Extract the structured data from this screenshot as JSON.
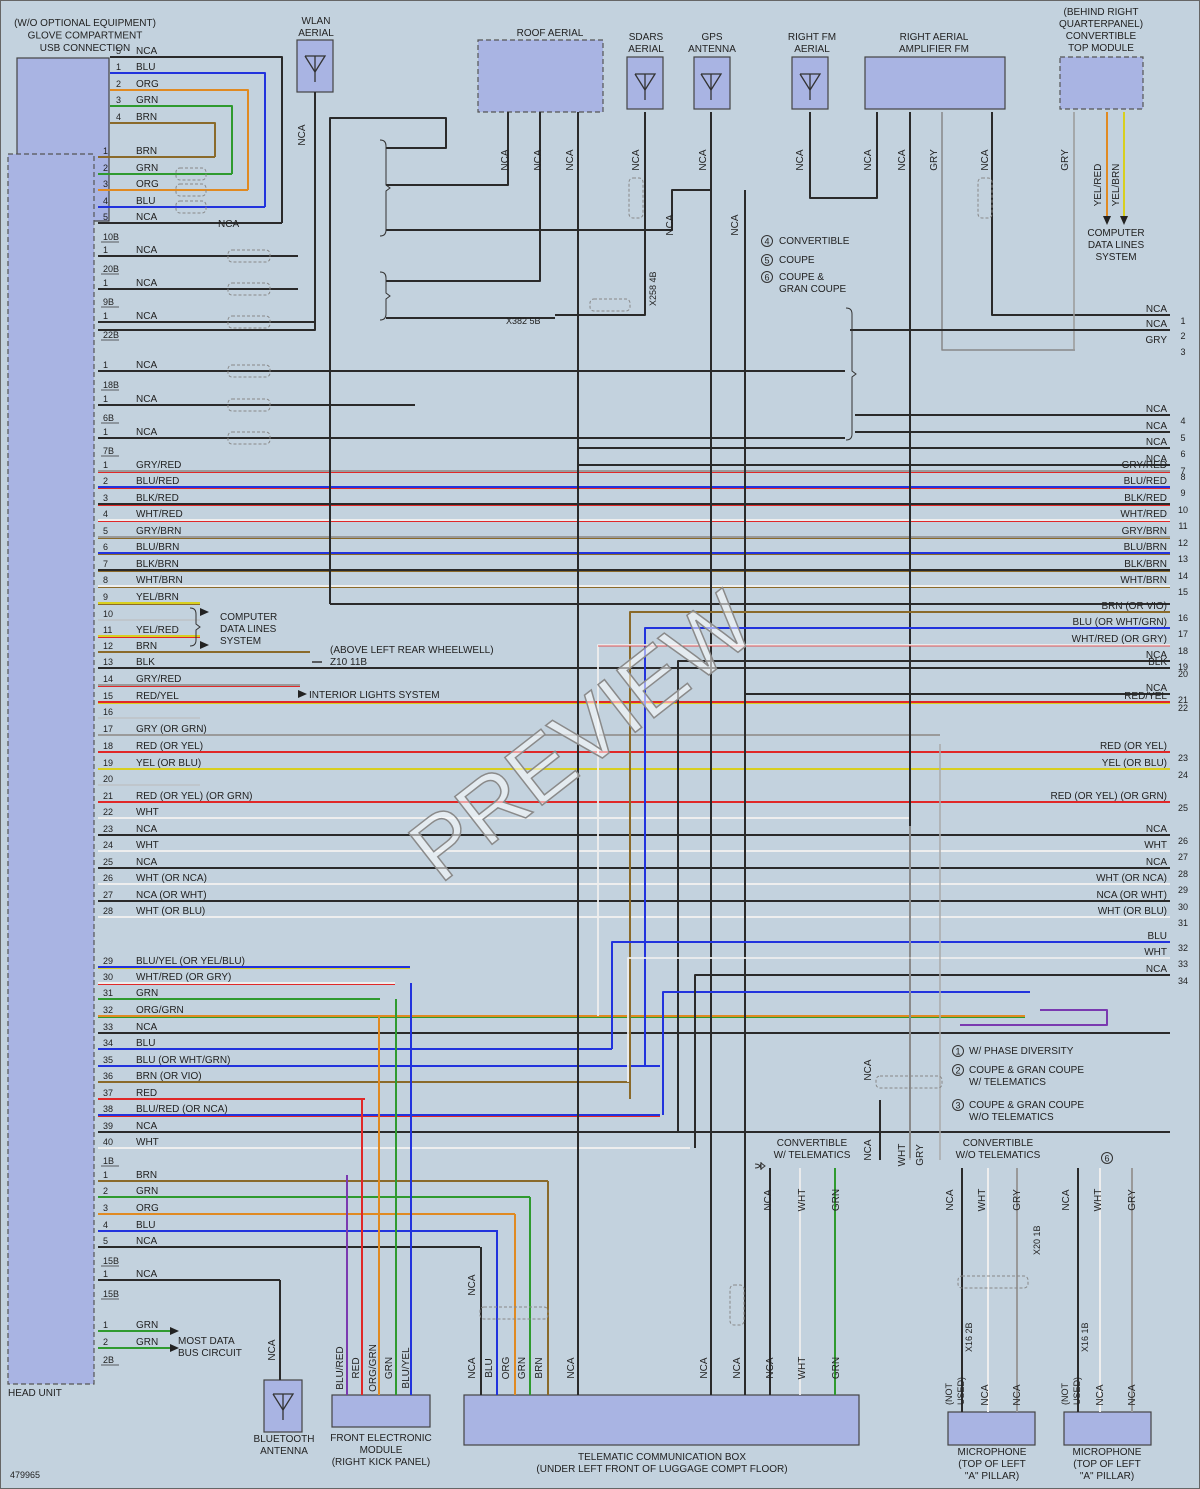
{
  "diagram_id": "479965",
  "watermark": "PREVIEW",
  "components": {
    "usb": "(W/O OPTIONAL EQUIPMENT)|GLOVE COMPARTMENT|USB CONNECTION",
    "wlan": "WLAN|AERIAL",
    "roof": "ROOF AERIAL",
    "sdars": "SDARS|AERIAL",
    "gps": "GPS|ANTENNA",
    "rfm": "RIGHT FM|AERIAL",
    "ramp": "RIGHT AERIAL|AMPLIFIER FM",
    "topmod": "(BEHIND RIGHT|QUARTERPANEL)|CONVERTIBLE|TOP MODULE",
    "head": "HEAD UNIT",
    "bt": "BLUETOOTH|ANTENNA",
    "fem": "FRONT ELECTRONIC|MODULE|(RIGHT KICK PANEL)",
    "tcb": "TELEMATIC COMMUNICATION BOX|(UNDER LEFT FRONT OF LUGGAGE COMPT FLOOR)",
    "mic1": "MICROPHONE|(TOP OF LEFT|\"A\" PILLAR)",
    "mic2": "MICROPHONE|(TOP OF LEFT|\"A\" PILLAR)",
    "cdl_right": "COMPUTER|DATA LINES|SYSTEM",
    "cdl_left": "COMPUTER|DATA LINES|SYSTEM",
    "interior": "INTERIOR LIGHTS SYSTEM",
    "most": "MOST DATA|BUS CIRCUIT",
    "ground": "(ABOVE LEFT REAR WHEELWELL)|Z10 11B"
  },
  "legend_top": [
    "CONVERTIBLE",
    "COUPE",
    "COUPE &|GRAN COUPE"
  ],
  "legend_mid": [
    "W/ PHASE DIVERSITY",
    "COUPE & GRAN COUPE|W/ TELEMATICS",
    "COUPE & GRAN COUPE|W/O TELEMATICS"
  ],
  "notes": {
    "conv_tel": "CONVERTIBLE|W/ TELEMATICS",
    "conv_notel": "CONVERTIBLE|W/O TELEMATICS",
    "not_used": "(NOT|USED)"
  },
  "connectors": [
    "X382 5B",
    "X258 4B",
    "X20 1B",
    "X16 2B",
    "X16 1B"
  ],
  "head_rows": [
    {
      "pin": "1",
      "wire": "BRN",
      "left": "",
      "right": "",
      "num": ""
    },
    {
      "pin": "2",
      "wire": "GRN",
      "num": ""
    },
    {
      "pin": "3",
      "wire": "ORG",
      "num": ""
    },
    {
      "pin": "4",
      "wire": "BLU",
      "num": ""
    },
    {
      "pin": "5",
      "wire": "NCA",
      "num": ""
    },
    {
      "pin": "1",
      "wire": "NCA"
    },
    {
      "pin": "1",
      "wire": "NCA"
    },
    {
      "pin": "1",
      "wire": "NCA"
    },
    {
      "pin": "1",
      "wire": "NCA"
    },
    {
      "pin": "1",
      "wire": "NCA"
    },
    {
      "pin": "1",
      "wire": "NCA"
    },
    {
      "pin": "1",
      "wire": "GRY/RED",
      "right": "GRY/RED",
      "num": "8"
    },
    {
      "pin": "2",
      "wire": "BLU/RED",
      "right": "BLU/RED",
      "num": "9"
    },
    {
      "pin": "3",
      "wire": "BLK/RED",
      "right": "BLK/RED",
      "num": "10"
    },
    {
      "pin": "4",
      "wire": "WHT/RED",
      "right": "WHT/RED",
      "num": "11"
    },
    {
      "pin": "5",
      "wire": "GRY/BRN",
      "right": "GRY/BRN",
      "num": "12"
    },
    {
      "pin": "6",
      "wire": "BLU/BRN",
      "right": "BLU/BRN",
      "num": "13"
    },
    {
      "pin": "7",
      "wire": "BLK/BRN",
      "right": "BLK/BRN",
      "num": "14"
    },
    {
      "pin": "8",
      "wire": "WHT/BRN",
      "right": "WHT/BRN",
      "num": "15"
    },
    {
      "pin": "9",
      "wire": "YEL/BRN"
    },
    {
      "pin": "10",
      "wire": ""
    },
    {
      "pin": "11",
      "wire": "YEL/RED"
    },
    {
      "pin": "12",
      "wire": "BRN"
    },
    {
      "pin": "13",
      "wire": "BLK",
      "right": "BLK",
      "num": "20"
    },
    {
      "pin": "14",
      "wire": "GRY/RED"
    },
    {
      "pin": "15",
      "wire": "RED/YEL",
      "right": "RED/YEL",
      "num": "22"
    },
    {
      "pin": "16",
      "wire": ""
    },
    {
      "pin": "17",
      "wire": "GRY (OR GRN)"
    },
    {
      "pin": "18",
      "wire": "RED (OR YEL)",
      "right": "RED (OR YEL)",
      "num": "23"
    },
    {
      "pin": "19",
      "wire": "YEL (OR BLU)",
      "right": "YEL (OR BLU)",
      "num": "24"
    },
    {
      "pin": "20",
      "wire": ""
    },
    {
      "pin": "21",
      "wire": "RED (OR YEL) (OR GRN)",
      "right": "RED (OR YEL) (OR GRN)",
      "num": "25"
    },
    {
      "pin": "22",
      "wire": "WHT"
    },
    {
      "pin": "23",
      "wire": "NCA",
      "right": "NCA",
      "num": "26"
    },
    {
      "pin": "24",
      "wire": "WHT",
      "right": "WHT",
      "num": "27"
    },
    {
      "pin": "25",
      "wire": "NCA",
      "right": "NCA",
      "num": "28"
    },
    {
      "pin": "26",
      "wire": "WHT (OR NCA)",
      "right": "WHT (OR NCA)",
      "num": "29"
    },
    {
      "pin": "27",
      "wire": "NCA (OR WHT)",
      "right": "NCA (OR WHT)",
      "num": "30"
    },
    {
      "pin": "28",
      "wire": "WHT (OR BLU)",
      "right": "WHT (OR BLU)",
      "num": "31"
    },
    {
      "pin": "29",
      "wire": "BLU/YEL (OR YEL/BLU)"
    },
    {
      "pin": "30",
      "wire": "WHT/RED (OR GRY)"
    },
    {
      "pin": "31",
      "wire": "GRN"
    },
    {
      "pin": "32",
      "wire": "ORG/GRN"
    },
    {
      "pin": "33",
      "wire": "NCA"
    },
    {
      "pin": "34",
      "wire": "BLU"
    },
    {
      "pin": "35",
      "wire": "BLU (OR WHT/GRN)"
    },
    {
      "pin": "36",
      "wire": "BRN (OR VIO)"
    },
    {
      "pin": "37",
      "wire": "RED"
    },
    {
      "pin": "38",
      "wire": "BLU/RED (OR NCA)"
    },
    {
      "pin": "39",
      "wire": "NCA"
    },
    {
      "pin": "40",
      "wire": "WHT"
    },
    {
      "pin": "1",
      "wire": "BRN"
    },
    {
      "pin": "2",
      "wire": "GRN"
    },
    {
      "pin": "3",
      "wire": "ORG"
    },
    {
      "pin": "4",
      "wire": "BLU"
    },
    {
      "pin": "5",
      "wire": "NCA"
    },
    {
      "pin": "1",
      "wire": "NCA"
    },
    {
      "pin": "1",
      "wire": "GRN"
    },
    {
      "pin": "2",
      "wire": "GRN"
    }
  ],
  "right_extra": [
    {
      "text": "NCA",
      "num": "1"
    },
    {
      "text": "NCA",
      "num": "2"
    },
    {
      "text": "GRY",
      "num": "3"
    },
    {
      "text": "NCA",
      "num": "4"
    },
    {
      "text": "NCA",
      "num": "5"
    },
    {
      "text": "NCA",
      "num": "6"
    },
    {
      "text": "NCA",
      "num": "7"
    },
    {
      "text": "BRN (OR VIO)",
      "num": "16"
    },
    {
      "text": "BLU (OR WHT/GRN)",
      "num": "17"
    },
    {
      "text": "WHT/RED (OR GRY)",
      "num": "18"
    },
    {
      "text": "NCA",
      "num": "19"
    },
    {
      "text": "NCA",
      "num": "21"
    },
    {
      "text": "BLU",
      "num": "32"
    },
    {
      "text": "WHT",
      "num": "33"
    },
    {
      "text": "NCA",
      "num": "34"
    }
  ]
}
